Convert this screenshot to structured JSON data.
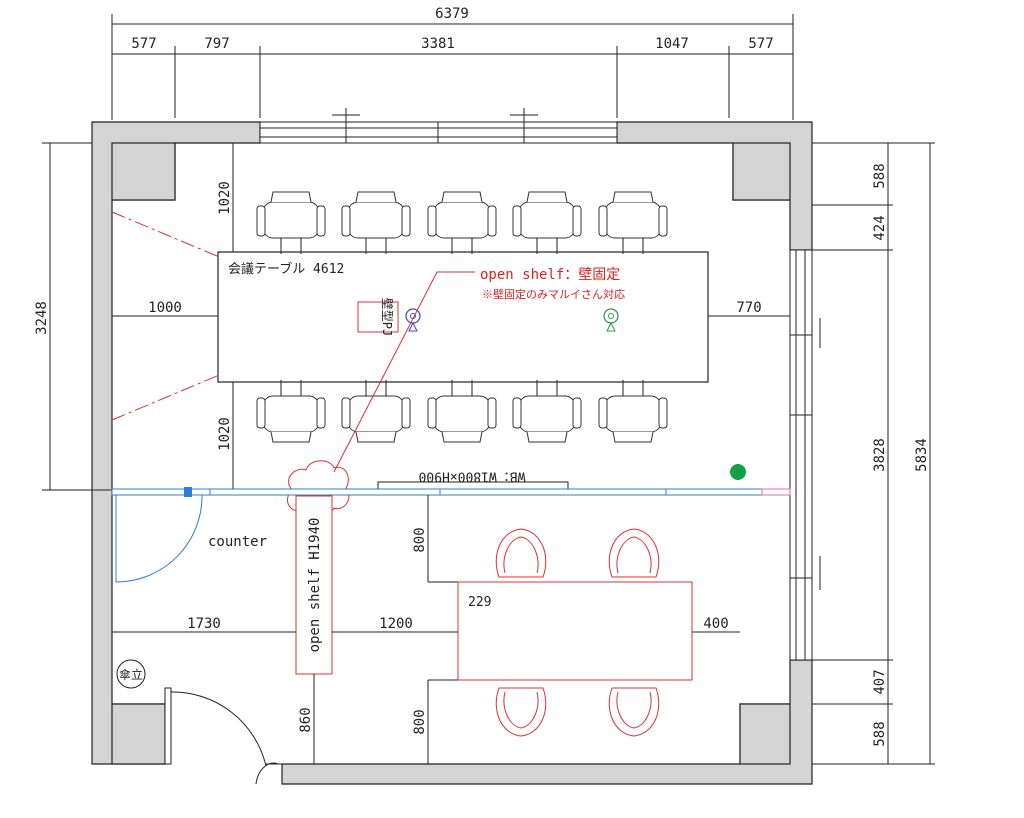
{
  "dimensions": {
    "overall_width": "6379",
    "top_segments": [
      "577",
      "797",
      "3381",
      "1047",
      "577"
    ],
    "right_overall": "5834",
    "right_segments": [
      "588",
      "424",
      "3828",
      "407",
      "588"
    ],
    "left_overall": "3248",
    "left_upper": "1020",
    "left_lower": "1020",
    "table_left_gap": "1000",
    "table_right_gap": "770",
    "lower_left": "1730",
    "lower_mid": "1200",
    "lower_right": "400",
    "lower_top_gap": "800",
    "lower_bottom_gap": "800",
    "shelf_bottom_gap": "860"
  },
  "labels": {
    "conference_table": "会議テーブル 4612",
    "projector": "壁型PJ",
    "open_shelf_note": "open shelf：壁固定",
    "open_shelf_subnote": "※壁固定のみマルイさん対応",
    "whiteboard": "WB：W1800×H900",
    "counter": "counter",
    "open_shelf": "open shelf H1940",
    "small_table": "229",
    "umbrella_stand": "傘立"
  },
  "colors": {
    "wall_fill": "#d4d4d4",
    "annotation_red": "#e02020",
    "partition_blue": "#2a7fd4",
    "marker_green": "#14a04a"
  }
}
